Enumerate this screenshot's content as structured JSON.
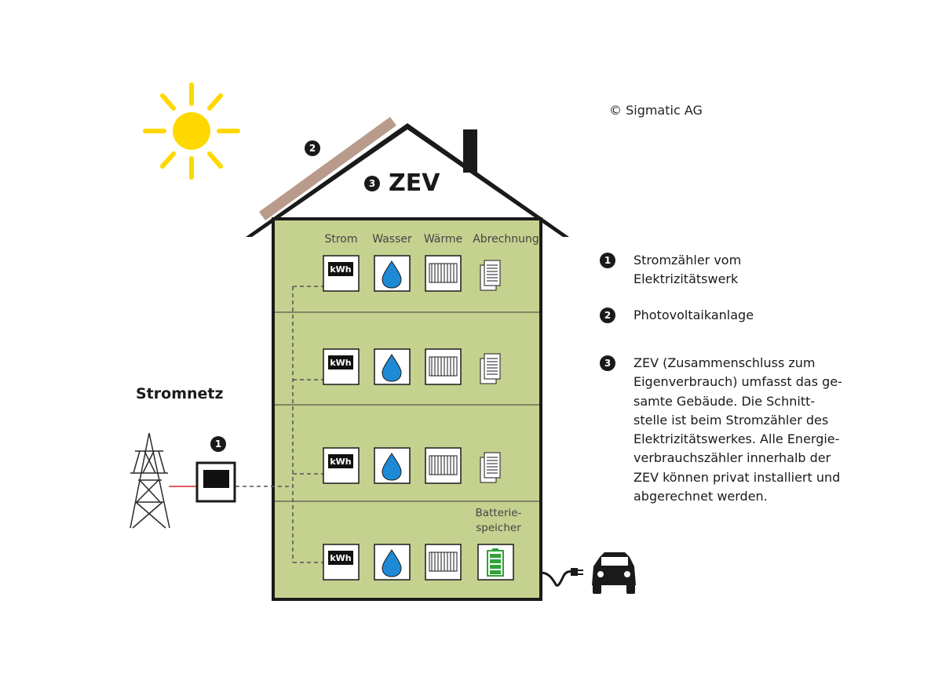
{
  "copyright": "© Sigmatic AG",
  "grid_label": "Stromnetz",
  "zev_title": "ZEV",
  "columns": [
    "Strom",
    "Wasser",
    "Wärme",
    "Abrechnung"
  ],
  "meter_label": "kWh",
  "battery_label": "Batterie-\nspeicher",
  "markers": {
    "meter": "1",
    "pv": "2",
    "zev": "3"
  },
  "legend": [
    {
      "num": "1",
      "text": "Stromzähler vom\nElektrizitätswerk"
    },
    {
      "num": "2",
      "text": "Photovoltaikanlage"
    },
    {
      "num": "3",
      "text": "ZEV (Zusammenschluss zum\nEigenverbrauch) umfasst das ge-\nsamte Gebäude. Die Schnitt-\nstelle ist beim Stromzähler des\nElektrizitätswerkes. Alle Energie-\nverbrauchszähler innerhalb der\nZEV können privat installiert und\nabgerechnet werden."
    }
  ],
  "colors": {
    "house_fill": "#c5d18f",
    "sun": "#ffd800",
    "solar_panel": "#b89b8a",
    "outline": "#1a1a1a",
    "battery": "#2fa336",
    "water": "#1e8ad6",
    "grid_line": "#d9262a"
  }
}
